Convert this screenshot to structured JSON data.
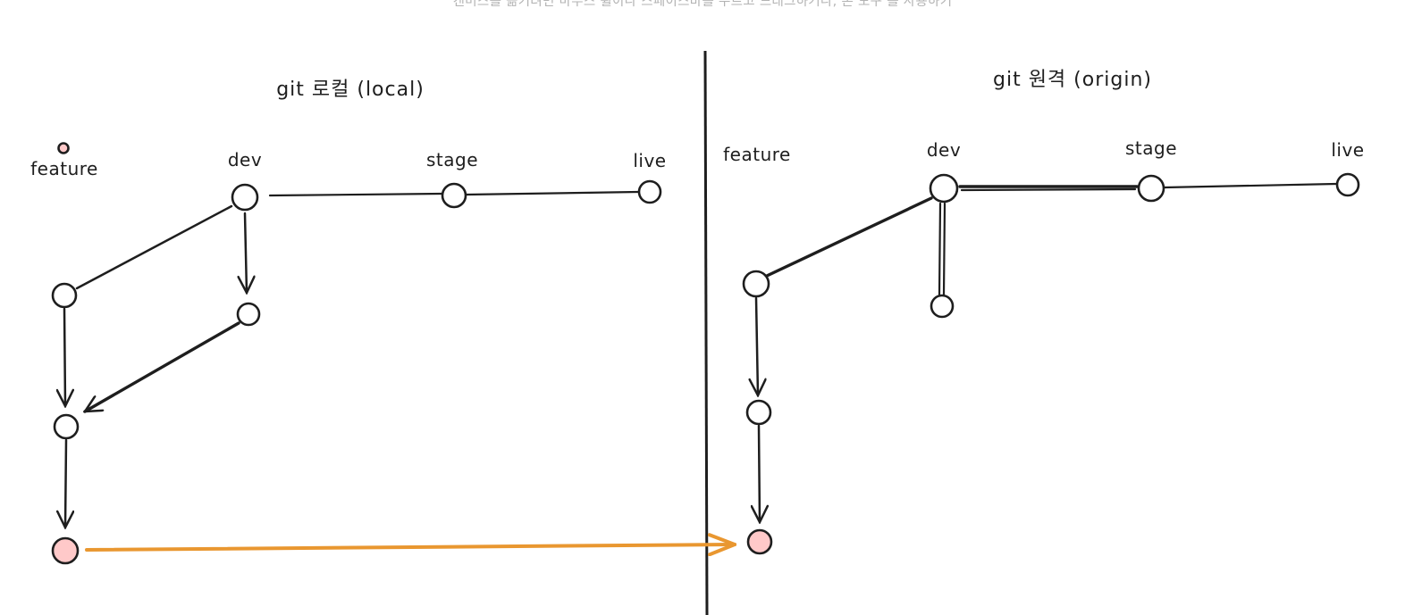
{
  "canvas_hint": "캔버스를 옮기려면 마우스 휠이나 스페이스바를 누르고 드래그하거나, 손 도구 를 사용하기",
  "colors": {
    "background": "#ffffff",
    "stroke": "#1e1e1e",
    "node_fill": "#ffffff",
    "highlight_fill": "#ffc9c9",
    "arrow_orange": "#e99730",
    "hint_text": "#b3b3b3"
  },
  "panels": {
    "local": {
      "title": "git 로컬 (local)",
      "branches": {
        "feature": "feature",
        "dev": "dev",
        "stage": "stage",
        "live": "live"
      }
    },
    "origin": {
      "title": "git 원격 (origin)",
      "branches": {
        "feature": "feature",
        "dev": "dev",
        "stage": "stage",
        "live": "live"
      }
    }
  }
}
